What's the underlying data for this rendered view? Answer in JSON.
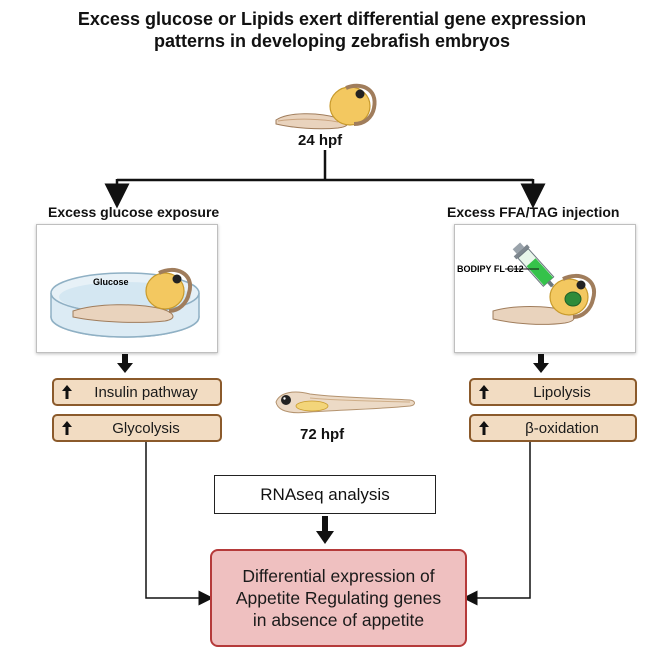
{
  "title": "Excess glucose or Lipids exert differential gene expression patterns in developing zebrafish embryos",
  "stage_top": "24 hpf",
  "stage_mid": "72 hpf",
  "left_branch": {
    "heading": "Excess glucose exposure",
    "dish_label": "Glucose",
    "effects": [
      "Insulin pathway",
      "Glycolysis"
    ]
  },
  "right_branch": {
    "heading": "Excess FFA/TAG injection",
    "dye_label": "BODIPY FL C12",
    "effects": [
      "Lipolysis",
      "β-oxidation"
    ]
  },
  "analysis": "RNAseq analysis",
  "result": "Differential expression of Appetite Regulating genes in absence of appetite",
  "colors": {
    "pill_fill": "#f2dcc2",
    "pill_border": "#8b5a2b",
    "result_fill": "#efc0c0",
    "result_border": "#b53a3a",
    "yolk": "#f3c860",
    "injected_lipid": "#2e8b3a"
  }
}
